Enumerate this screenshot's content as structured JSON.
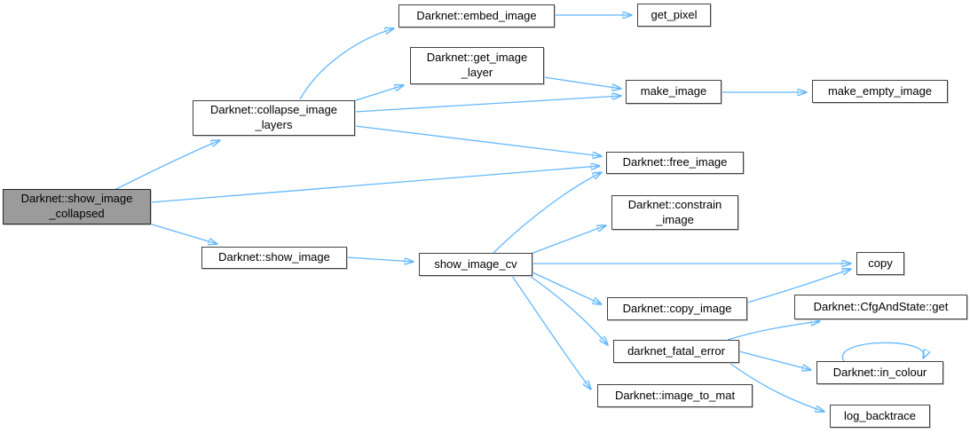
{
  "diagram": {
    "type": "call-graph",
    "colors": {
      "background": "#ffffff",
      "edge": "#63b8ff",
      "node_fill": "#ffffff",
      "node_border": "#424242",
      "current_node_fill": "#9b9b9b",
      "text": "#000000"
    },
    "nodes": {
      "show_image_collapsed": {
        "label": "Darknet::show_image\n_collapsed",
        "current": true
      },
      "collapse_image_layers": {
        "label": "Darknet::collapse_image\n_layers"
      },
      "embed_image": {
        "label": "Darknet::embed_image"
      },
      "get_pixel": {
        "label": "get_pixel"
      },
      "get_image_layer": {
        "label": "Darknet::get_image\n_layer"
      },
      "make_image": {
        "label": "make_image"
      },
      "make_empty_image": {
        "label": "make_empty_image"
      },
      "free_image": {
        "label": "Darknet::free_image"
      },
      "constrain_image": {
        "label": "Darknet::constrain\n_image"
      },
      "show_image": {
        "label": "Darknet::show_image"
      },
      "show_image_cv": {
        "label": "show_image_cv"
      },
      "copy": {
        "label": "copy"
      },
      "copy_image": {
        "label": "Darknet::copy_image"
      },
      "cfg_and_state_get": {
        "label": "Darknet::CfgAndState::get"
      },
      "darknet_fatal_error": {
        "label": "darknet_fatal_error"
      },
      "in_colour": {
        "label": "Darknet::in_colour"
      },
      "image_to_mat": {
        "label": "Darknet::image_to_mat"
      },
      "log_backtrace": {
        "label": "log_backtrace"
      }
    },
    "edges": [
      {
        "from": "show_image_collapsed",
        "to": "collapse_image_layers"
      },
      {
        "from": "show_image_collapsed",
        "to": "free_image"
      },
      {
        "from": "show_image_collapsed",
        "to": "show_image"
      },
      {
        "from": "collapse_image_layers",
        "to": "embed_image"
      },
      {
        "from": "collapse_image_layers",
        "to": "get_image_layer"
      },
      {
        "from": "collapse_image_layers",
        "to": "make_image"
      },
      {
        "from": "collapse_image_layers",
        "to": "free_image"
      },
      {
        "from": "embed_image",
        "to": "get_pixel"
      },
      {
        "from": "get_image_layer",
        "to": "make_image"
      },
      {
        "from": "make_image",
        "to": "make_empty_image"
      },
      {
        "from": "show_image",
        "to": "show_image_cv"
      },
      {
        "from": "show_image_cv",
        "to": "free_image"
      },
      {
        "from": "show_image_cv",
        "to": "constrain_image"
      },
      {
        "from": "show_image_cv",
        "to": "copy"
      },
      {
        "from": "show_image_cv",
        "to": "copy_image"
      },
      {
        "from": "show_image_cv",
        "to": "darknet_fatal_error"
      },
      {
        "from": "show_image_cv",
        "to": "image_to_mat"
      },
      {
        "from": "copy_image",
        "to": "copy"
      },
      {
        "from": "darknet_fatal_error",
        "to": "cfg_and_state_get"
      },
      {
        "from": "darknet_fatal_error",
        "to": "in_colour"
      },
      {
        "from": "darknet_fatal_error",
        "to": "log_backtrace"
      },
      {
        "from": "in_colour",
        "to": "in_colour"
      }
    ]
  }
}
